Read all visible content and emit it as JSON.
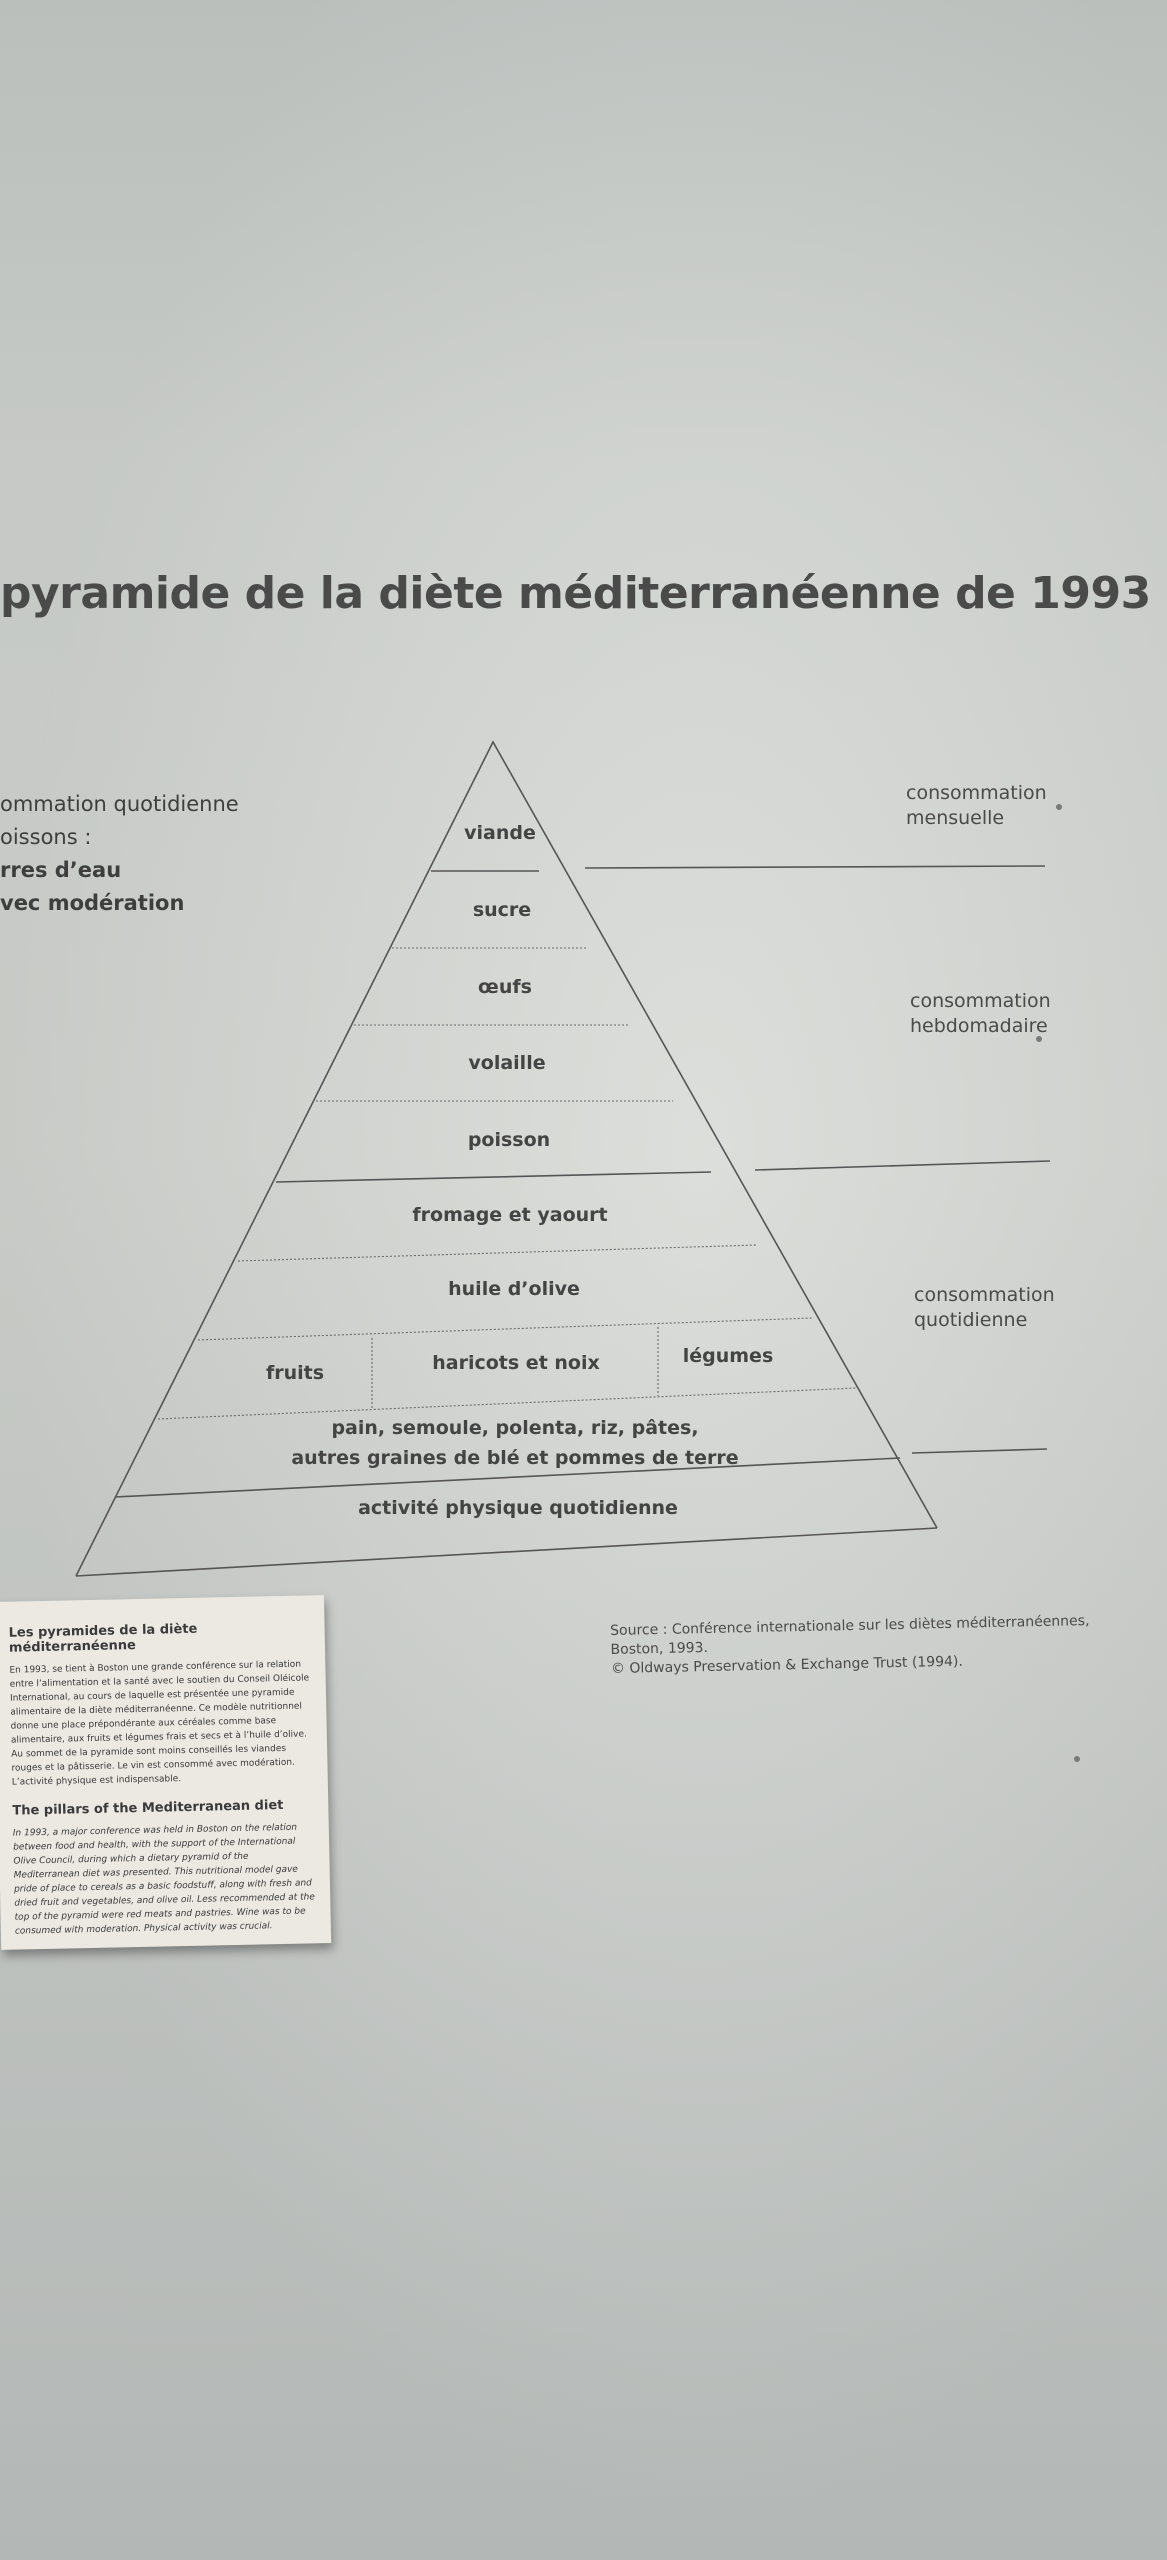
{
  "title": "pyramide de la diète méditerranéenne de 1993",
  "side_note": {
    "line1": "ommation quotidienne",
    "line2": "oissons :",
    "line3": "rres d’eau",
    "line4": "vec modération"
  },
  "frequency": {
    "monthly_1": "consommation",
    "monthly_2": "mensuelle",
    "weekly_1": "consommation",
    "weekly_2": "hebdomadaire",
    "daily_1": "consommation",
    "daily_2": "quotidienne"
  },
  "pyramid": {
    "viande": "viande",
    "sucre": "sucre",
    "oeufs": "œufs",
    "volaille": "volaille",
    "poisson": "poisson",
    "fromage": "fromage et yaourt",
    "huile": "huile d’olive",
    "fruits": "fruits",
    "haricots": "haricots et noix",
    "legumes": "légumes",
    "pain_1": "pain, semoule, polenta, riz, pâtes,",
    "pain_2": "autres graines de blé et pommes de terre",
    "activite": "activité physique quotidienne"
  },
  "source": {
    "line1": "Source : Conférence internationale sur les diètes méditerranéennes,",
    "line2": "Boston, 1993.",
    "line3": "© Oldways Preservation & Exchange Trust (1994)."
  },
  "card": {
    "fr_title": "Les pyramides de la diète méditerranéenne",
    "fr_text": "En 1993, se tient à Boston une grande conférence sur la relation entre l’alimentation et la santé avec le soutien du Conseil Oléicole International, au cours de laquelle est présentée une pyramide alimentaire de la diète méditerranéenne. Ce modèle nutritionnel donne une place prépondérante aux céréales comme base alimentaire, aux fruits et légumes frais et secs et à l’huile d’olive. Au sommet de la pyramide sont moins conseillés les viandes rouges et la pâtisserie. Le vin est consommé avec modération. L’activité physique est indispensable.",
    "en_title": "The pillars of the Mediterranean diet",
    "en_text": "In 1993, a major conference was held in Boston on the relation between food and health, with the support of the International Olive Council, during which a dietary pyramid of the Mediterranean diet was presented. This nutritional model gave pride of place to cereals as a basic foodstuff, along with fresh and dried fruit and vegetables, and olive oil. Less recommended at the top of the pyramid were red meats and pastries. Wine was to be consumed with moderation. Physical activity was crucial."
  }
}
